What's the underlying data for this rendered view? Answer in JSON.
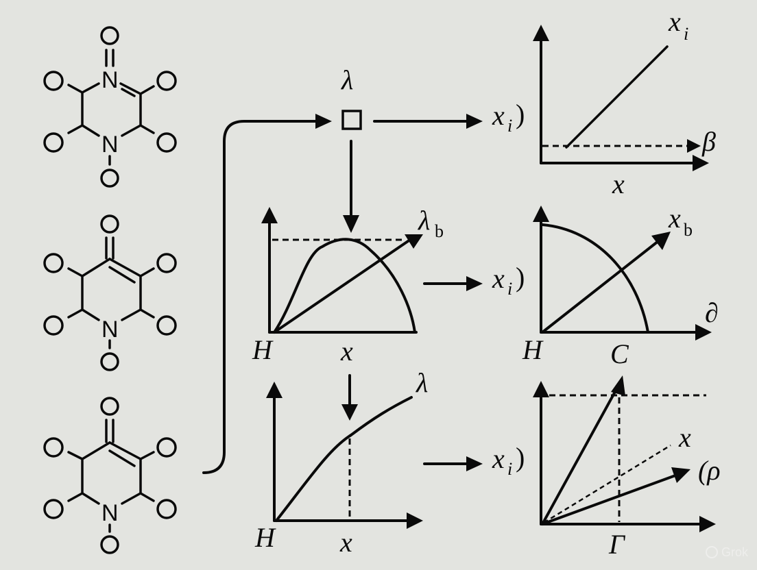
{
  "diagram": {
    "background": "#e3e4e0",
    "stroke_color": "#0a0a0a",
    "molecules": [
      {
        "id": "molecule-1",
        "ring_atoms": [
          "N",
          "N"
        ],
        "top_atom": "N",
        "bottom_atom": "N",
        "substituent": "O",
        "description": "dinitrogen six-membered ring with N=O top, N-O bottom, four O substituents"
      },
      {
        "id": "molecule-2",
        "ring_atoms": [
          "N"
        ],
        "bottom_atom": "N",
        "substituent": "O",
        "description": "six-membered ring with C=O top, C=C double bond, N-O bottom, four O substituents"
      },
      {
        "id": "molecule-3",
        "ring_atoms": [
          "N"
        ],
        "bottom_atom": "N",
        "substituent": "O",
        "description": "six-membered ring with C=O top, C=C double bond, N-O bottom, four O substituents"
      }
    ],
    "atom_labels": {
      "N": "N",
      "O": "O"
    },
    "node": {
      "label": "λ"
    },
    "labels": {
      "xi_base": "x",
      "xi_sub": "i",
      "xi_paren": ")",
      "lambda": "λ",
      "lambda_b_base": "λ",
      "lambda_b_sub": "b",
      "xb_base": "x",
      "xb_sub": "b",
      "beta": "β",
      "x": "x",
      "H": "H",
      "C": "C",
      "Gamma": "Γ",
      "partial": "∂",
      "rho_paren": "(ρ",
      "rho_partial": "ρ"
    },
    "panels": {
      "top_right": {
        "curve_label_base": "x",
        "curve_label_sub": "i",
        "dashed_label": "β",
        "x_axis_label": "x"
      },
      "middle_left": {
        "curve_label_base": "λ",
        "curve_label_sub": "b",
        "origin_label": "H",
        "x_axis_label": "x"
      },
      "middle_right": {
        "arrow_label_base": "x",
        "arrow_label_sub": "b",
        "x_end_label": "∂",
        "origin_label": "H",
        "x_axis_label": "C"
      },
      "bottom_left": {
        "curve_label": "λ",
        "origin_label": "H",
        "x_axis_label": "x"
      },
      "bottom_right": {
        "dashed_label": "x",
        "arrow_label": "(ρ",
        "x_axis_label": "Γ"
      }
    },
    "outputs": [
      {
        "base": "x",
        "sub": "i",
        "close": ")"
      },
      {
        "base": "x",
        "sub": "i",
        "close": ")"
      },
      {
        "base": "x",
        "sub": "i",
        "close": ")"
      }
    ],
    "watermark": "Grok"
  }
}
